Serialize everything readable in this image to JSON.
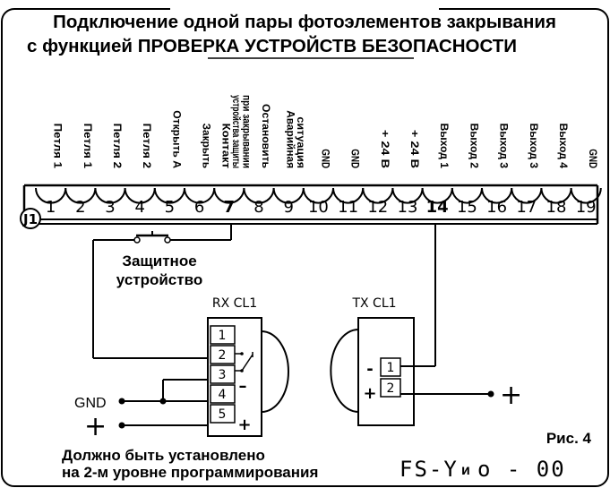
{
  "title": {
    "line1": "Подключение одной пары фотоэлементов закрывания",
    "line2_before": "с функцией ",
    "line2_underlined": "ПРОВЕРКА УСТРОЙСТВ БЕЗОПАСНОСТИ"
  },
  "terminal": {
    "label": "J1",
    "numbers": [
      "1",
      "2",
      "3",
      "4",
      "5",
      "6",
      "7",
      "8",
      "9",
      "10",
      "11",
      "12",
      "13",
      "14",
      "15",
      "16",
      "17",
      "18",
      "19"
    ],
    "labels": [
      [
        "Петля 1"
      ],
      [
        "Петля 1"
      ],
      [
        "Петля 2"
      ],
      [
        "Петля 2"
      ],
      [
        "Открыть А"
      ],
      [
        "Закрыть"
      ],
      [
        "Контакт",
        "устройства защиты",
        "при закрывании"
      ],
      [
        "Остановить"
      ],
      [
        "Аварийная",
        "ситуация"
      ],
      [
        "GND"
      ],
      [
        "GND"
      ],
      [
        "+ 24 В"
      ],
      [
        "+ 24 В"
      ],
      [
        "Выход 1"
      ],
      [
        "Выход 2"
      ],
      [
        "Выход 3"
      ],
      [
        "Выход 3"
      ],
      [
        "Выход 4"
      ],
      [
        "GND"
      ]
    ]
  },
  "safety_device": {
    "line1": "Защитное",
    "line2": "устройство"
  },
  "rx": {
    "title": "RX CL1",
    "pins": [
      "1",
      "2",
      "3",
      "4",
      "5"
    ],
    "minus": "–",
    "plus": "+"
  },
  "tx": {
    "title": "TX CL1",
    "pins": [
      "1",
      "2"
    ],
    "minus": "-",
    "plus": "+"
  },
  "gnd_label": "GND",
  "plus_symbol": "+",
  "figure_label": "Рис. 4",
  "note": {
    "line1": "Должно быть установлено",
    "line2": "на 2-м уровне программирования"
  },
  "code": {
    "left": "FS-Y",
    "mid": "и",
    "right": "o - 00"
  }
}
